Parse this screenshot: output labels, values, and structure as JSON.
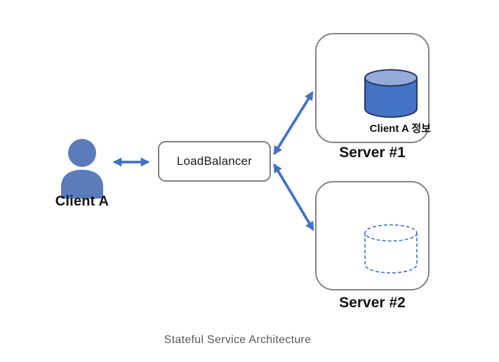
{
  "diagram": {
    "caption": "Stateful Service Architecture",
    "client": {
      "label": "Client A"
    },
    "load_balancer": {
      "label": "LoadBalancer"
    },
    "servers": [
      {
        "label": "Server #1",
        "db_label": "Client A 정보",
        "db_state": "filled"
      },
      {
        "label": "Server #2",
        "db_label": "",
        "db_state": "empty-dashed"
      }
    ],
    "connections": [
      {
        "from": "Client A",
        "to": "LoadBalancer",
        "style": "double-headed-arrow"
      },
      {
        "from": "LoadBalancer",
        "to": "Server #1",
        "style": "double-headed-arrow"
      },
      {
        "from": "LoadBalancer",
        "to": "Server #2",
        "style": "double-headed-arrow"
      }
    ],
    "colors": {
      "arrow_blue": "#4472C4",
      "person_blue": "#5B7CBA",
      "cylinder_body": "#4472C4",
      "cylinder_top": "#97ABDB",
      "cylinder_stroke": "#2B3A64",
      "box_border_gray": "#808080",
      "caption_gray": "#595959",
      "label_black": "#141414"
    }
  }
}
